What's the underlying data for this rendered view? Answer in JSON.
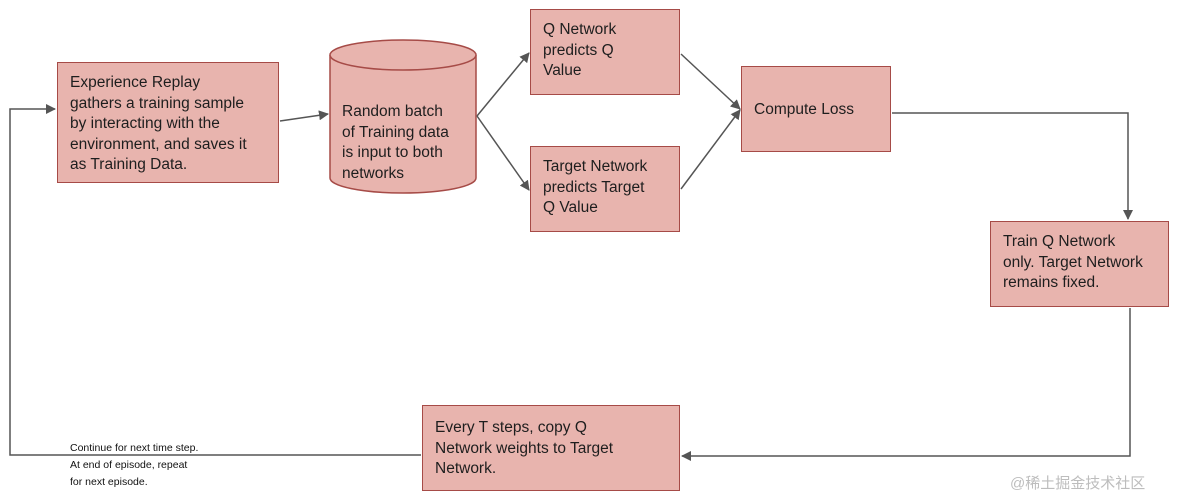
{
  "nodes": {
    "experience_replay": "Experience Replay\ngathers a training sample\nby interacting with the\nenvironment, and saves it\nas Training Data.",
    "random_batch": "Random batch\nof Training data\nis input to both\nnetworks",
    "q_network": "Q Network\npredicts Q\nValue",
    "target_network": "Target Network\npredicts Target\nQ Value",
    "compute_loss": "Compute Loss",
    "train_q": "Train Q Network\nonly. Target Network\nremains fixed.",
    "copy_weights": "Every T steps, copy Q\nNetwork weights to Target\nNetwork."
  },
  "loop_note": "Continue for next time step.\nAt end of episode, repeat\nfor next episode.",
  "watermark": "@稀土掘金技术社区",
  "colors": {
    "box_fill": "#e8b4ae",
    "box_border": "#a64b47",
    "arrow": "#555555"
  }
}
